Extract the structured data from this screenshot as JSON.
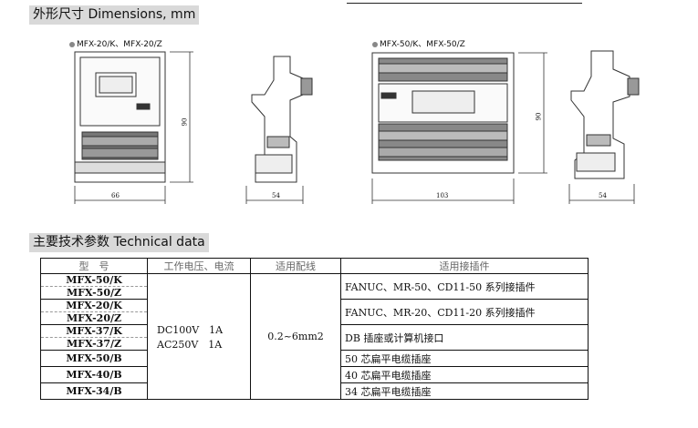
{
  "dimensions_section": {
    "title": "外形尺寸 Dimensions, mm",
    "left_caption": "MFX-20/K、MFX-20/Z",
    "right_caption": "MFX-50/K、MFX-50/Z",
    "dims": {
      "w1": "66",
      "h1": "90",
      "d1": "54",
      "w2": "103",
      "h2": "90",
      "d2": "54"
    }
  },
  "tech_section": {
    "title": "主要技术参数 Technical data",
    "headers": [
      "型　号",
      "工作电压、电流",
      "适用配线",
      "适用接插件"
    ],
    "voltage_line1": "DC100V　1A",
    "voltage_line2": "AC250V　1A",
    "wiring": "0.2~6mm2",
    "rows": [
      {
        "m1": "MFX-50/K",
        "m2": "MFX-50/Z",
        "connector": "FANUC、MR-50、CD11-50 系列接插件"
      },
      {
        "m1": "MFX-20/K",
        "m2": "MFX-20/Z",
        "connector": "FANUC、MR-20、CD11-20 系列接插件"
      },
      {
        "m1": "MFX-37/K",
        "m2": "MFX-37/Z",
        "connector": "DB 插座或计算机接口"
      },
      {
        "m1": "MFX-50/B",
        "connector": "50 芯扁平电缆插座"
      },
      {
        "m1": "MFX-40/B",
        "connector": "40 芯扁平电缆插座"
      },
      {
        "m1": "MFX-34/B",
        "connector": "34 芯扁平电缆插座"
      }
    ]
  }
}
